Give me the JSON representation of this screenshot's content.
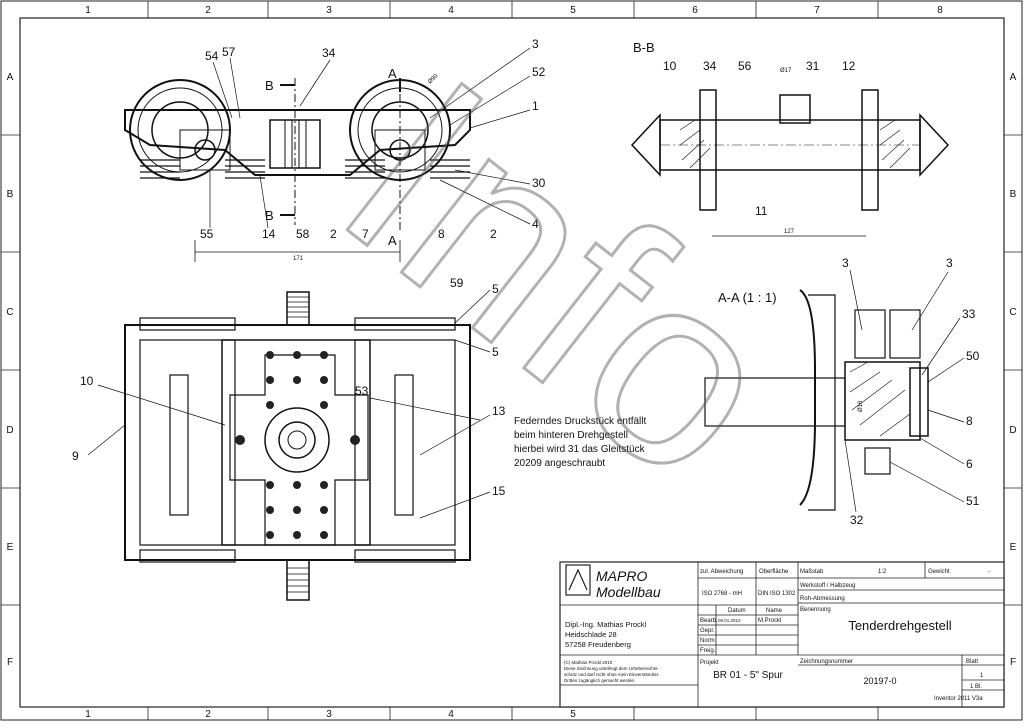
{
  "border": {
    "columns": [
      "1",
      "2",
      "3",
      "4",
      "5",
      "6",
      "7",
      "8"
    ],
    "rows": [
      "A",
      "B",
      "C",
      "D",
      "E",
      "F"
    ]
  },
  "views": {
    "section_bb": "B-B",
    "section_aa": "A-A (1 : 1)",
    "cut_b": "B",
    "cut_a": "A"
  },
  "dimensions": {
    "d90": "Ø90",
    "d17": "Ø17",
    "d16": "Ø16",
    "w171": "171",
    "w127": "127"
  },
  "callouts": {
    "side": [
      "54",
      "57",
      "34",
      "3",
      "52",
      "1",
      "30",
      "4",
      "2",
      "8",
      "7",
      "2",
      "58",
      "14",
      "55"
    ],
    "top": [
      "59",
      "5",
      "5",
      "53",
      "13",
      "15",
      "10",
      "9"
    ],
    "bb": [
      "10",
      "34",
      "56",
      "31",
      "12",
      "11"
    ],
    "aa": [
      "3",
      "3",
      "33",
      "50",
      "8",
      "6",
      "51",
      "32"
    ]
  },
  "note": {
    "lines": [
      "Federndes Druckstück entfällt",
      "beim hinteren Drehgestell",
      "hierbei wird 31 das Gleitstück",
      "20209 angeschraubt"
    ]
  },
  "watermark": "Info",
  "title_block": {
    "logo_line1": "MAPRO",
    "logo_line2": "Modellbau",
    "hdr_tolerance": "zul. Abweichung",
    "hdr_surface": "Oberfläche",
    "hdr_scale": "Maßstab",
    "scale": "1:2",
    "hdr_weight": "Gewicht",
    "weight": "-",
    "iso_tol": "ISO 2768 - mH",
    "iso_surface": "DIN ISO 1302",
    "material_label": "Werkstoff / Halbzeug",
    "rohmass_label": "Roh-Abmessung",
    "benennung_label": "Benennung",
    "hdr_datum": "Datum",
    "hdr_name": "Name",
    "row_bearb": "Bearb.",
    "bearb_datum": "09.01.2010",
    "bearb_name": "M.Prockl",
    "row_gepr": "Gepr.",
    "row_norm": "Norm",
    "row_freig": "Freig.",
    "address": [
      "Dipl.-Ing. Mathias Prockl",
      "Heidschlade 28",
      "57258 Freudenberg"
    ],
    "copyright_lines": [
      "(C) Mathias Prockl 2010",
      "Diese Zeichnung unterliegt dem Urheberrechts-",
      "schutz und darf nicht ohne mein Einverständnis",
      "Dritten zugänglich gemacht werden"
    ],
    "title": "Tenderdrehgestell",
    "projekt_label": "Projekt",
    "projekt": "BR 01 - 5\" Spur",
    "zeichnung_label": "Zeichnungsnummer",
    "zeichnung": "20197-0",
    "blatt_label": "Blatt",
    "blatt": "1",
    "blatt_total": "1 Bl.",
    "footer": "Inventor 2011 V3a"
  }
}
